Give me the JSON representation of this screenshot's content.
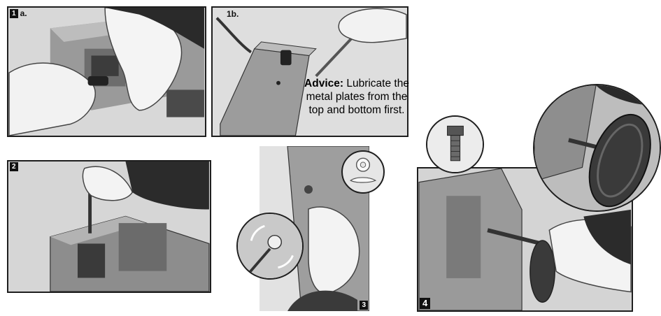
{
  "steps": {
    "step1a": {
      "number": "1",
      "letter": "a."
    },
    "step1b": {
      "label": "1b."
    },
    "step2": {
      "number": "2"
    },
    "step3": {
      "number": "3"
    },
    "step4": {
      "number": "4"
    }
  },
  "advice": {
    "lead": "Advice:",
    "text": " Lubricate the metal plates from the top and bottom first."
  },
  "icons": [
    "hand-icon",
    "wrench-icon",
    "bolt-icon",
    "washer-icon",
    "cotter-pin-icon",
    "rotation-arrow-icon",
    "wheel-icon"
  ]
}
